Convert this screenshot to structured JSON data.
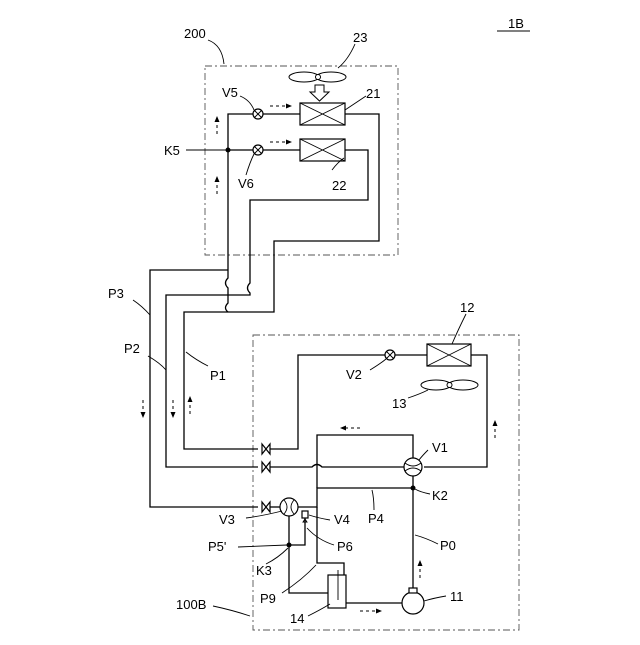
{
  "title": "1B",
  "labels": {
    "unit_200": "200",
    "unit_100b": "100B",
    "fan_23": "23",
    "hx_21": "21",
    "hx_22": "22",
    "v5": "V5",
    "v6": "V6",
    "k5": "K5",
    "p3": "P3",
    "p2": "P2",
    "p1": "P1",
    "hx_12": "12",
    "v2": "V2",
    "fan_13": "13",
    "v1": "V1",
    "k2": "K2",
    "p4": "P4",
    "v3": "V3",
    "v4": "V4",
    "p6": "P6",
    "p5p": "P5'",
    "k3": "K3",
    "p0": "P0",
    "p9": "P9",
    "acc_14": "14",
    "comp_11": "11"
  }
}
